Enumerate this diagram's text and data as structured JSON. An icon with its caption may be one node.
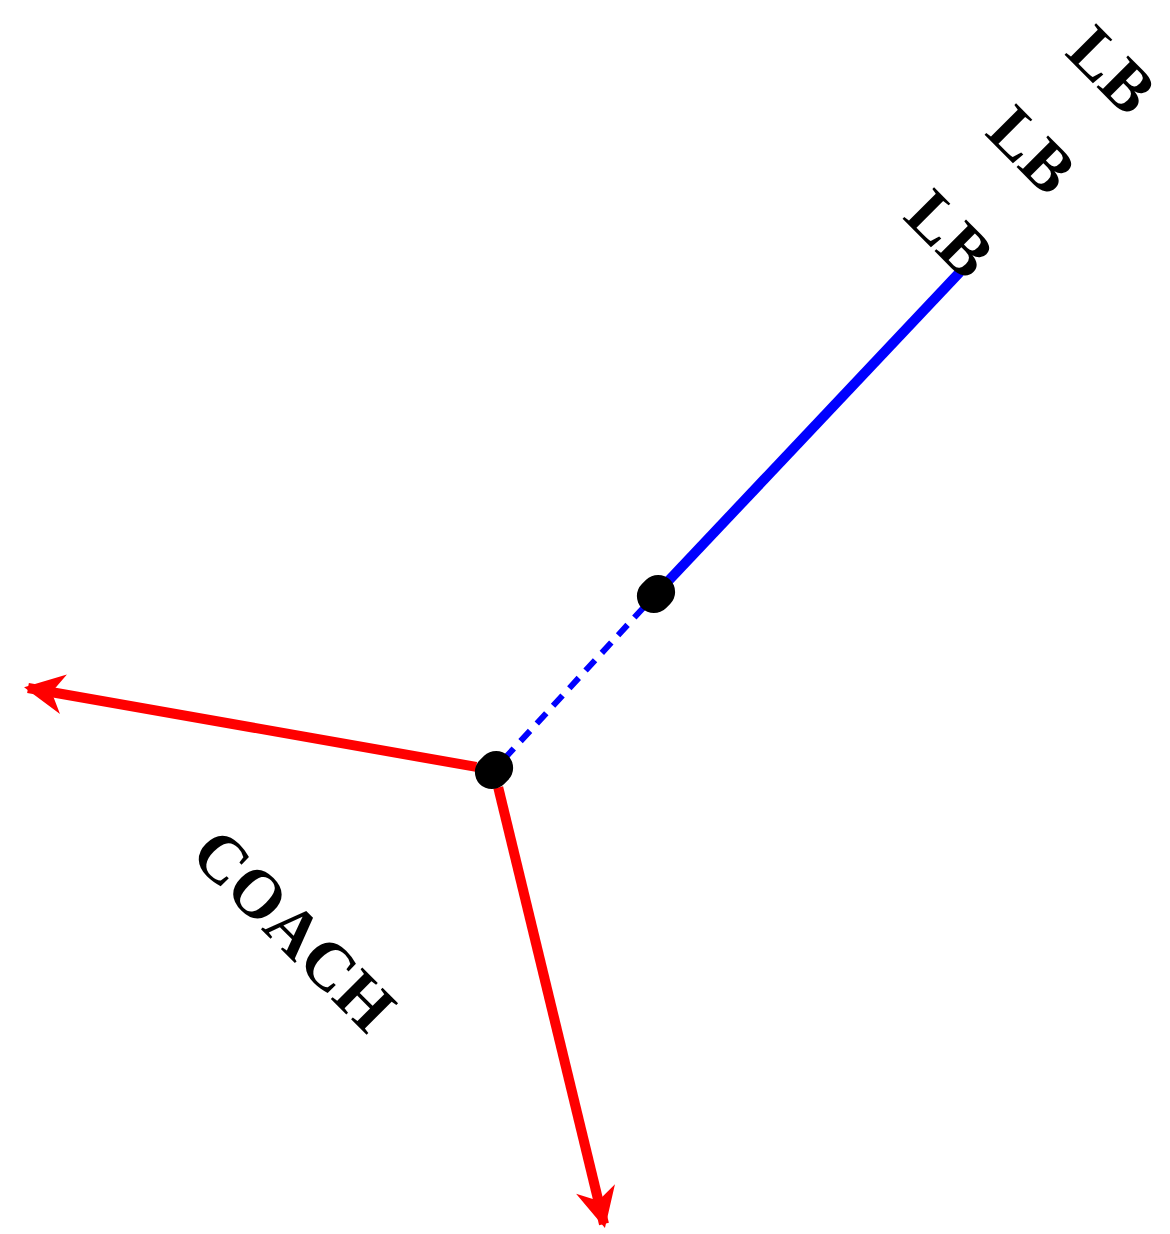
{
  "diagram": {
    "nodes": [
      {
        "text": [
          "LB"
        ]
      },
      {
        "text": [],
        "shape": "circle"
      },
      {
        "text": [],
        "shape": "circle"
      }
    ],
    "edges": [
      {
        "from": 0,
        "to": 1,
        "arrow": "none",
        "color": "#0000ff"
      },
      {
        "from": 1,
        "to": 2,
        "arrow": "none",
        "color": "#0000ff",
        "style": "dashed"
      },
      {
        "from": 2,
        "to": null,
        "arrow": "to",
        "color": "#ff0000"
      },
      {
        "from": 2,
        "to": null,
        "arrow": "to",
        "color": "#ff0000"
      }
    ],
    "labels": [
      "LB",
      "LB",
      "COACH"
    ]
  }
}
